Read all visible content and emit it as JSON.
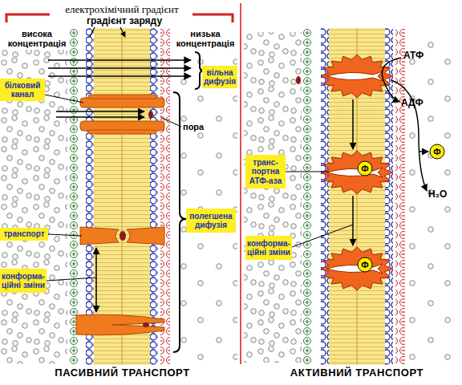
{
  "diagram": {
    "nodes": [
      {
        "text": [
          "вільна дифузія"
        ]
      },
      {
        "text": [
          "білковий канал"
        ]
      },
      {
        "text": [
          "полегшена дифузія"
        ]
      },
      {
        "text": [
          "транспорт"
        ]
      },
      {
        "text": [
          "конформа- ційні зміни"
        ]
      },
      {
        "text": [
          "Ф"
        ]
      },
      {
        "text": [
          "транс- портна АТФ-аза"
        ]
      },
      {
        "text": [
          "Ф"
        ]
      },
      {
        "text": [
          "конформа- ційні зміни"
        ]
      },
      {
        "text": [
          "Ф"
        ]
      }
    ],
    "labels": [
      "електрохімічний градієнт",
      "градієнт заряду",
      "висока концентрація",
      "низька концентрація",
      "пора",
      "ПАСИВНИЙ ТРАНСПОРТ",
      "АТФ",
      "АДФ",
      "H₂O",
      "АКТИВНИЙ ТРАНСПОРТ"
    ]
  }
}
